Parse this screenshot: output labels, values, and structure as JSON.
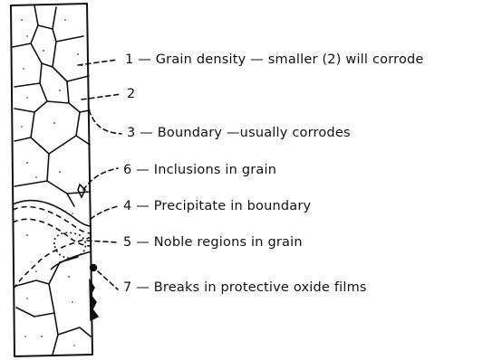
{
  "diagram": {
    "labels": [
      {
        "id": "1",
        "text": "1 — Grain density — smaller (2) will corrode"
      },
      {
        "id": "2",
        "text": "2"
      },
      {
        "id": "3",
        "text": "3 — Boundary —usually corrodes"
      },
      {
        "id": "6",
        "text": "6 — Inclusions in grain"
      },
      {
        "id": "4",
        "text": "4 — Precipitate in boundary"
      },
      {
        "id": "5",
        "text": "5 — Noble regions in grain"
      },
      {
        "id": "7",
        "text": "7 — Breaks in protective oxide films"
      }
    ]
  }
}
